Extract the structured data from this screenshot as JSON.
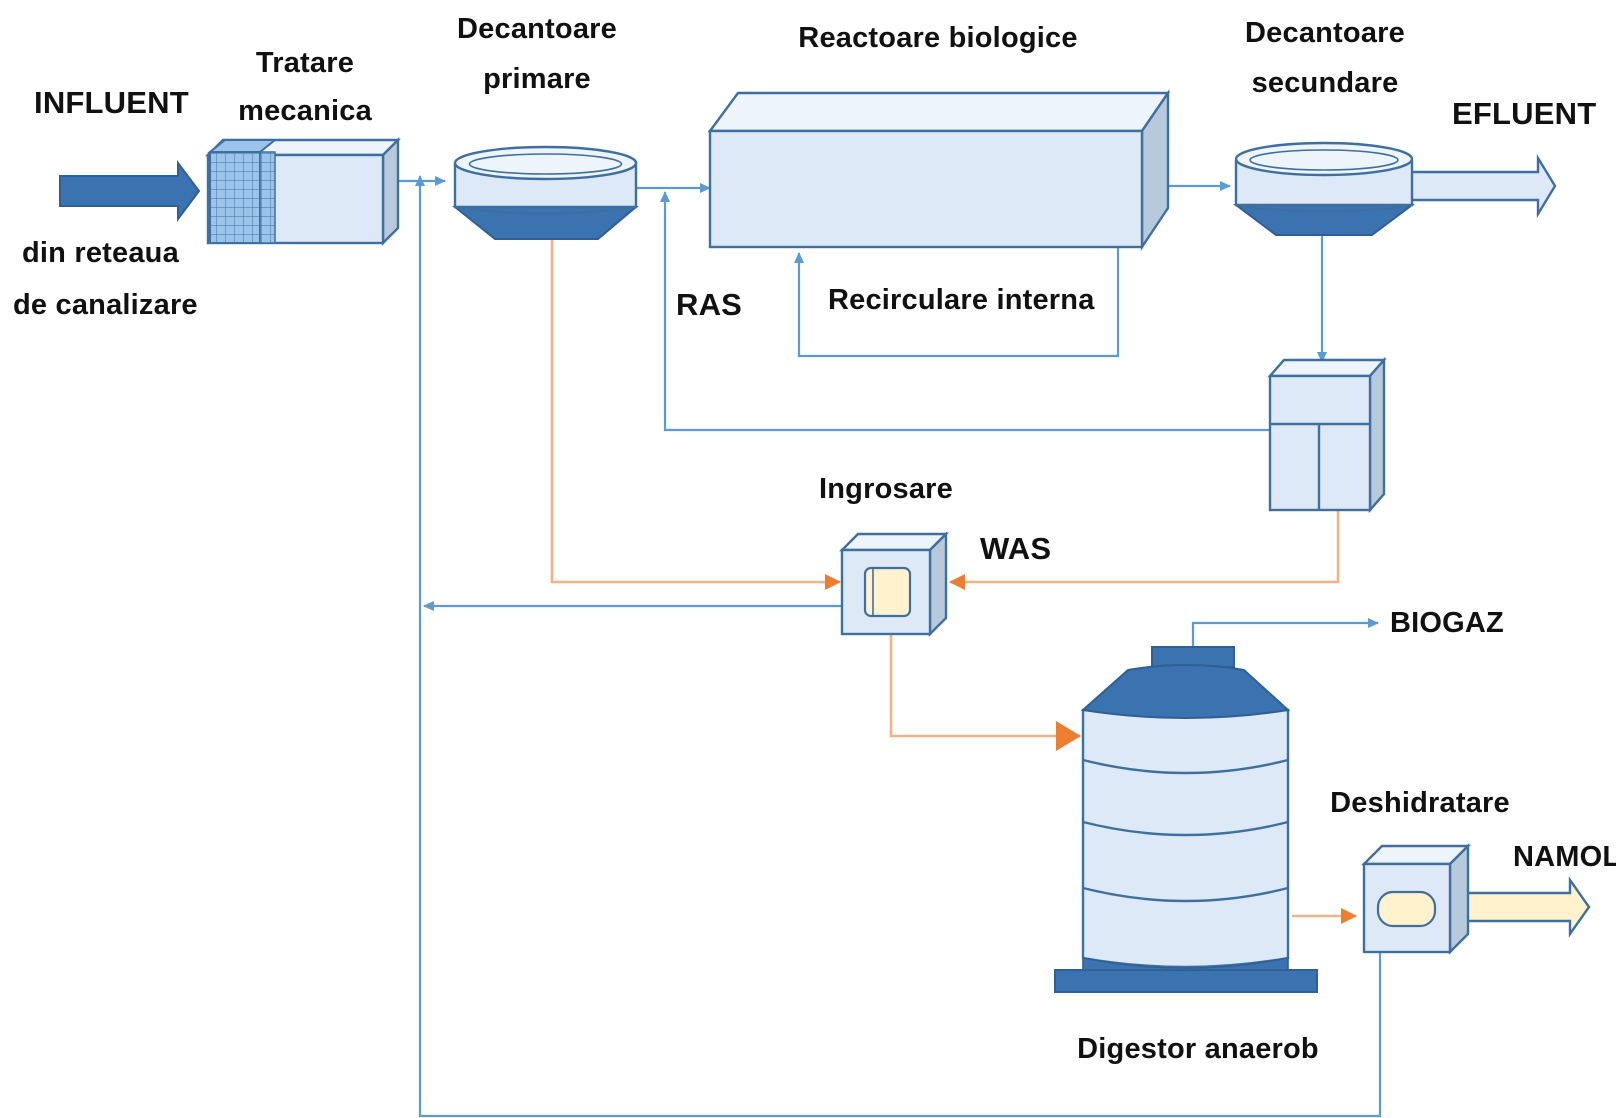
{
  "diagram": {
    "influent": {
      "label": "INFLUENT",
      "source_line1": "din reteaua",
      "source_line2": "de canalizare"
    },
    "mechanical_treatment": {
      "line1": "Tratare",
      "line2": "mecanica"
    },
    "primary_clarifiers": {
      "line1": "Decantoare",
      "line2": "primare"
    },
    "bioreactors": {
      "label": "Reactoare biologice"
    },
    "secondary_clarifiers": {
      "line1": "Decantoare",
      "line2": "secundare"
    },
    "effluent": {
      "label": "EFLUENT"
    },
    "ras": {
      "label": "RAS"
    },
    "internal_recirculation": {
      "label": "Recirculare interna"
    },
    "thickening": {
      "label": "Ingrosare"
    },
    "was": {
      "label": "WAS"
    },
    "biogas": {
      "label": "BIOGAZ"
    },
    "digester": {
      "label": "Digestor anaerob"
    },
    "dewatering": {
      "label": "Deshidratare"
    },
    "sludge": {
      "label": "NAMOL"
    }
  },
  "colors": {
    "water_line": "#5b9bd5",
    "sludge_line": "#f4b183",
    "sludge_arrowhead": "#ed7d31",
    "unit_fill": "#dde9f6",
    "unit_outline": "#3f6fa0",
    "dark_blue": "#3a73b0",
    "sludge_product": "#fff2cc"
  }
}
